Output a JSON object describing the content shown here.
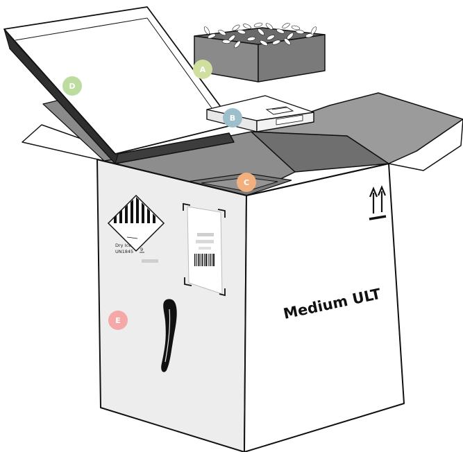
{
  "box_label": "Medium ULT",
  "hazard_label": {
    "line1": "Dry Ice",
    "line2": "UN1845",
    "class_number": "9"
  },
  "markers": [
    {
      "letter": "A",
      "color": "#cfdfa0"
    },
    {
      "letter": "B",
      "color": "#9dbfcc"
    },
    {
      "letter": "C",
      "color": "#f2b07e"
    },
    {
      "letter": "D",
      "color": "#bcdca0"
    },
    {
      "letter": "E",
      "color": "#f4a8a8"
    }
  ],
  "colors": {
    "outline": "#111111",
    "box_left_face": "#ededed",
    "box_right_face": "#ffffff",
    "interior": "#8d8d8d",
    "lid": "#ffffff",
    "lid_edge": "#3d3d3d",
    "tray": "#8a8a8a"
  },
  "icons": [
    "this-way-up-icon",
    "barcode-icon",
    "handle-strap-icon",
    "dry-ice-pellets-icon"
  ]
}
